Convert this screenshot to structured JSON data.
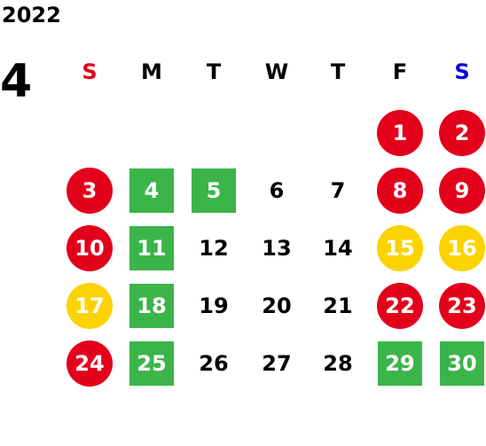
{
  "calendar": {
    "year": "2022",
    "month": "4",
    "weekdays": [
      {
        "label": "S",
        "color": "#e3001b"
      },
      {
        "label": "M",
        "color": "#000000"
      },
      {
        "label": "T",
        "color": "#000000"
      },
      {
        "label": "W",
        "color": "#000000"
      },
      {
        "label": "T",
        "color": "#000000"
      },
      {
        "label": "F",
        "color": "#000000"
      },
      {
        "label": "S",
        "color": "#0000e0"
      }
    ],
    "colors": {
      "red": "#e3001b",
      "yellow": "#fcd200",
      "green": "#3bb54a"
    },
    "days": [
      {
        "day": "1",
        "style": "red"
      },
      {
        "day": "2",
        "style": "red"
      },
      {
        "day": "3",
        "style": "red"
      },
      {
        "day": "4",
        "style": "green"
      },
      {
        "day": "5",
        "style": "green"
      },
      {
        "day": "6",
        "style": "plain"
      },
      {
        "day": "7",
        "style": "plain"
      },
      {
        "day": "8",
        "style": "red"
      },
      {
        "day": "9",
        "style": "red"
      },
      {
        "day": "10",
        "style": "red"
      },
      {
        "day": "11",
        "style": "green"
      },
      {
        "day": "12",
        "style": "plain"
      },
      {
        "day": "13",
        "style": "plain"
      },
      {
        "day": "14",
        "style": "plain"
      },
      {
        "day": "15",
        "style": "yellow"
      },
      {
        "day": "16",
        "style": "yellow"
      },
      {
        "day": "17",
        "style": "yellow"
      },
      {
        "day": "18",
        "style": "green"
      },
      {
        "day": "19",
        "style": "plain"
      },
      {
        "day": "20",
        "style": "plain"
      },
      {
        "day": "21",
        "style": "plain"
      },
      {
        "day": "22",
        "style": "red"
      },
      {
        "day": "23",
        "style": "red"
      },
      {
        "day": "24",
        "style": "red"
      },
      {
        "day": "25",
        "style": "green"
      },
      {
        "day": "26",
        "style": "plain"
      },
      {
        "day": "27",
        "style": "plain"
      },
      {
        "day": "28",
        "style": "plain"
      },
      {
        "day": "29",
        "style": "green"
      },
      {
        "day": "30",
        "style": "green"
      }
    ]
  }
}
